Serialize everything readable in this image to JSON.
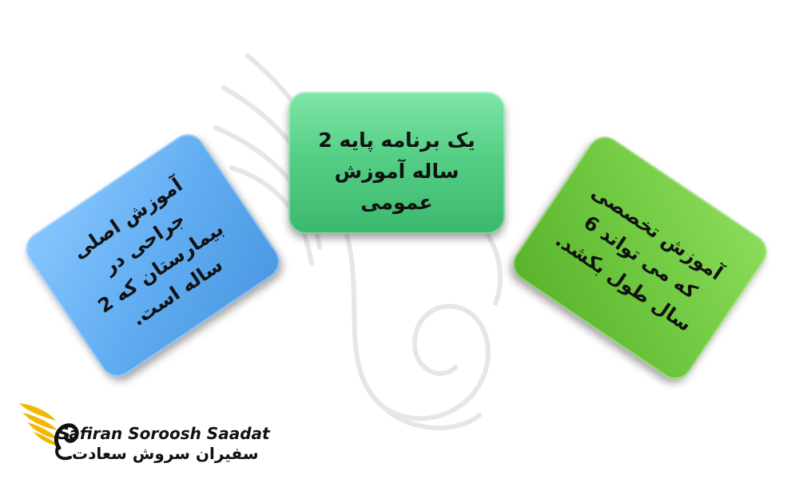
{
  "boxes": {
    "center": "یک برنامه پایه 2 ساله آموزش عمومی",
    "left": "آموزش اصلی جراحی در بیمارستان که 2 ساله است.",
    "right": "آموزش تخصصی که می تواند 6 سال طول بکشد."
  },
  "logo": {
    "name_en": "Safiran Soroosh Saadat",
    "name_fa": "سفیران سروش سعادت"
  },
  "colors": {
    "center_box": "#55cf86",
    "left_box": "#63aef2",
    "right_box": "#70c940",
    "logo_wing": "#f2b705"
  }
}
